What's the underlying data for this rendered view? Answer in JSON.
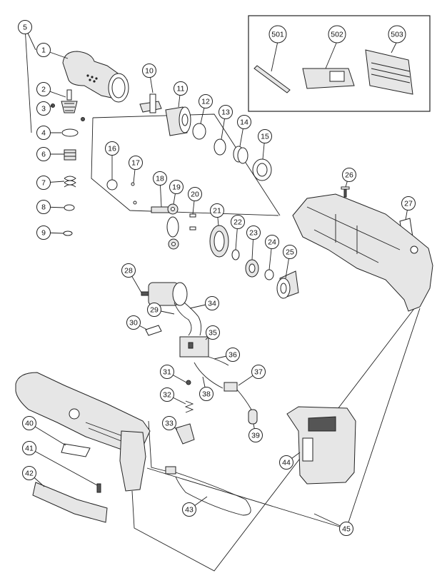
{
  "diagram": {
    "part_numbers": [
      "1",
      "2",
      "3",
      "4",
      "5",
      "6",
      "7",
      "8",
      "9",
      "10",
      "11",
      "12",
      "13",
      "14",
      "15",
      "16",
      "17",
      "18",
      "19",
      "20",
      "21",
      "22",
      "23",
      "24",
      "25",
      "26",
      "27",
      "28",
      "29",
      "30",
      "31",
      "32",
      "33",
      "34",
      "35",
      "36",
      "37",
      "38",
      "39",
      "40",
      "41",
      "42",
      "43",
      "44",
      "45"
    ],
    "accessory_numbers": [
      "501",
      "502",
      "503"
    ]
  }
}
